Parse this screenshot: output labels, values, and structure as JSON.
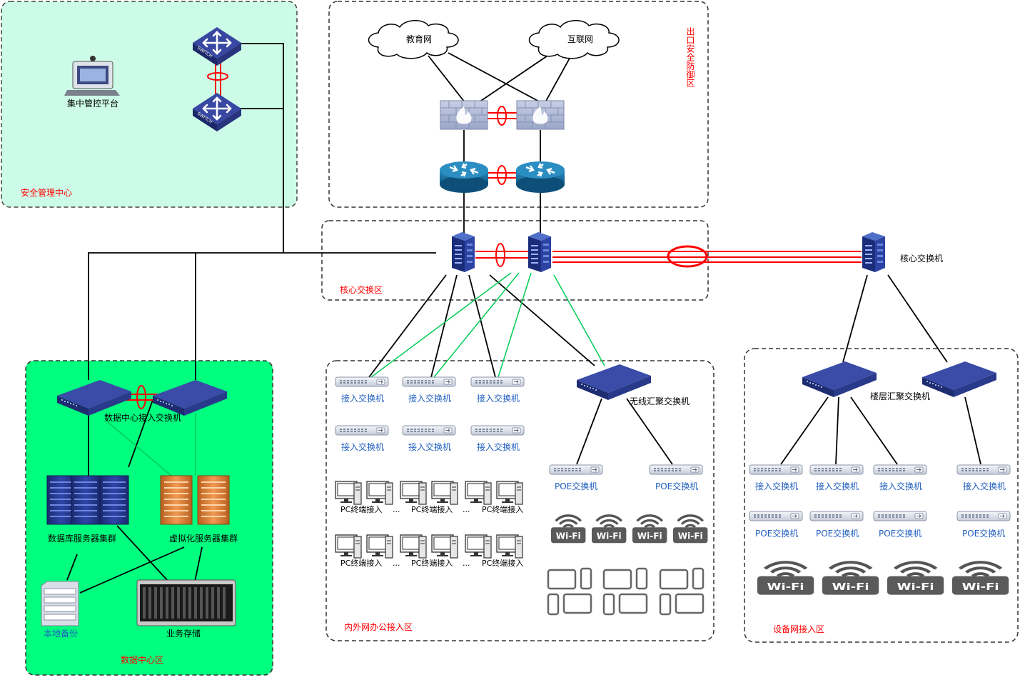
{
  "zones": {
    "security_center": "安全管理中心",
    "exit_defense": "出口安全防御区",
    "core_switch_zone": "核心交换区",
    "data_center": "数据中心区",
    "office_access": "内外网办公接入区",
    "device_access": "设备网接入区"
  },
  "labels": {
    "mgmt_platform": "集中管控平台",
    "edu_net": "教育网",
    "internet": "互联网",
    "core_switch": "核心交换机",
    "dc_access_switch": "数据中心接入交换机",
    "db_cluster": "数据库服务器集群",
    "virt_cluster": "虚拟化服务器集群",
    "local_backup": "本地备份",
    "biz_storage": "业务存储",
    "access_switch": "接入交换机",
    "pc_access": "PC终端接入",
    "ellipsis": "...",
    "wireless_agg": "无线汇聚交换机",
    "poe_switch": "POE交换机",
    "floor_agg": "楼层汇聚交换机",
    "wifi": "Wi-Fi",
    "switch_word": "SWITCH"
  },
  "colors": {
    "security_fill": "#ccfce8",
    "dc_fill": "#00ff7f",
    "zone_red_text": "#ff0000",
    "blue_text": "#1f5fbf",
    "link_black": "#000000",
    "link_green": "#00cc55",
    "link_red": "#ff0000"
  }
}
